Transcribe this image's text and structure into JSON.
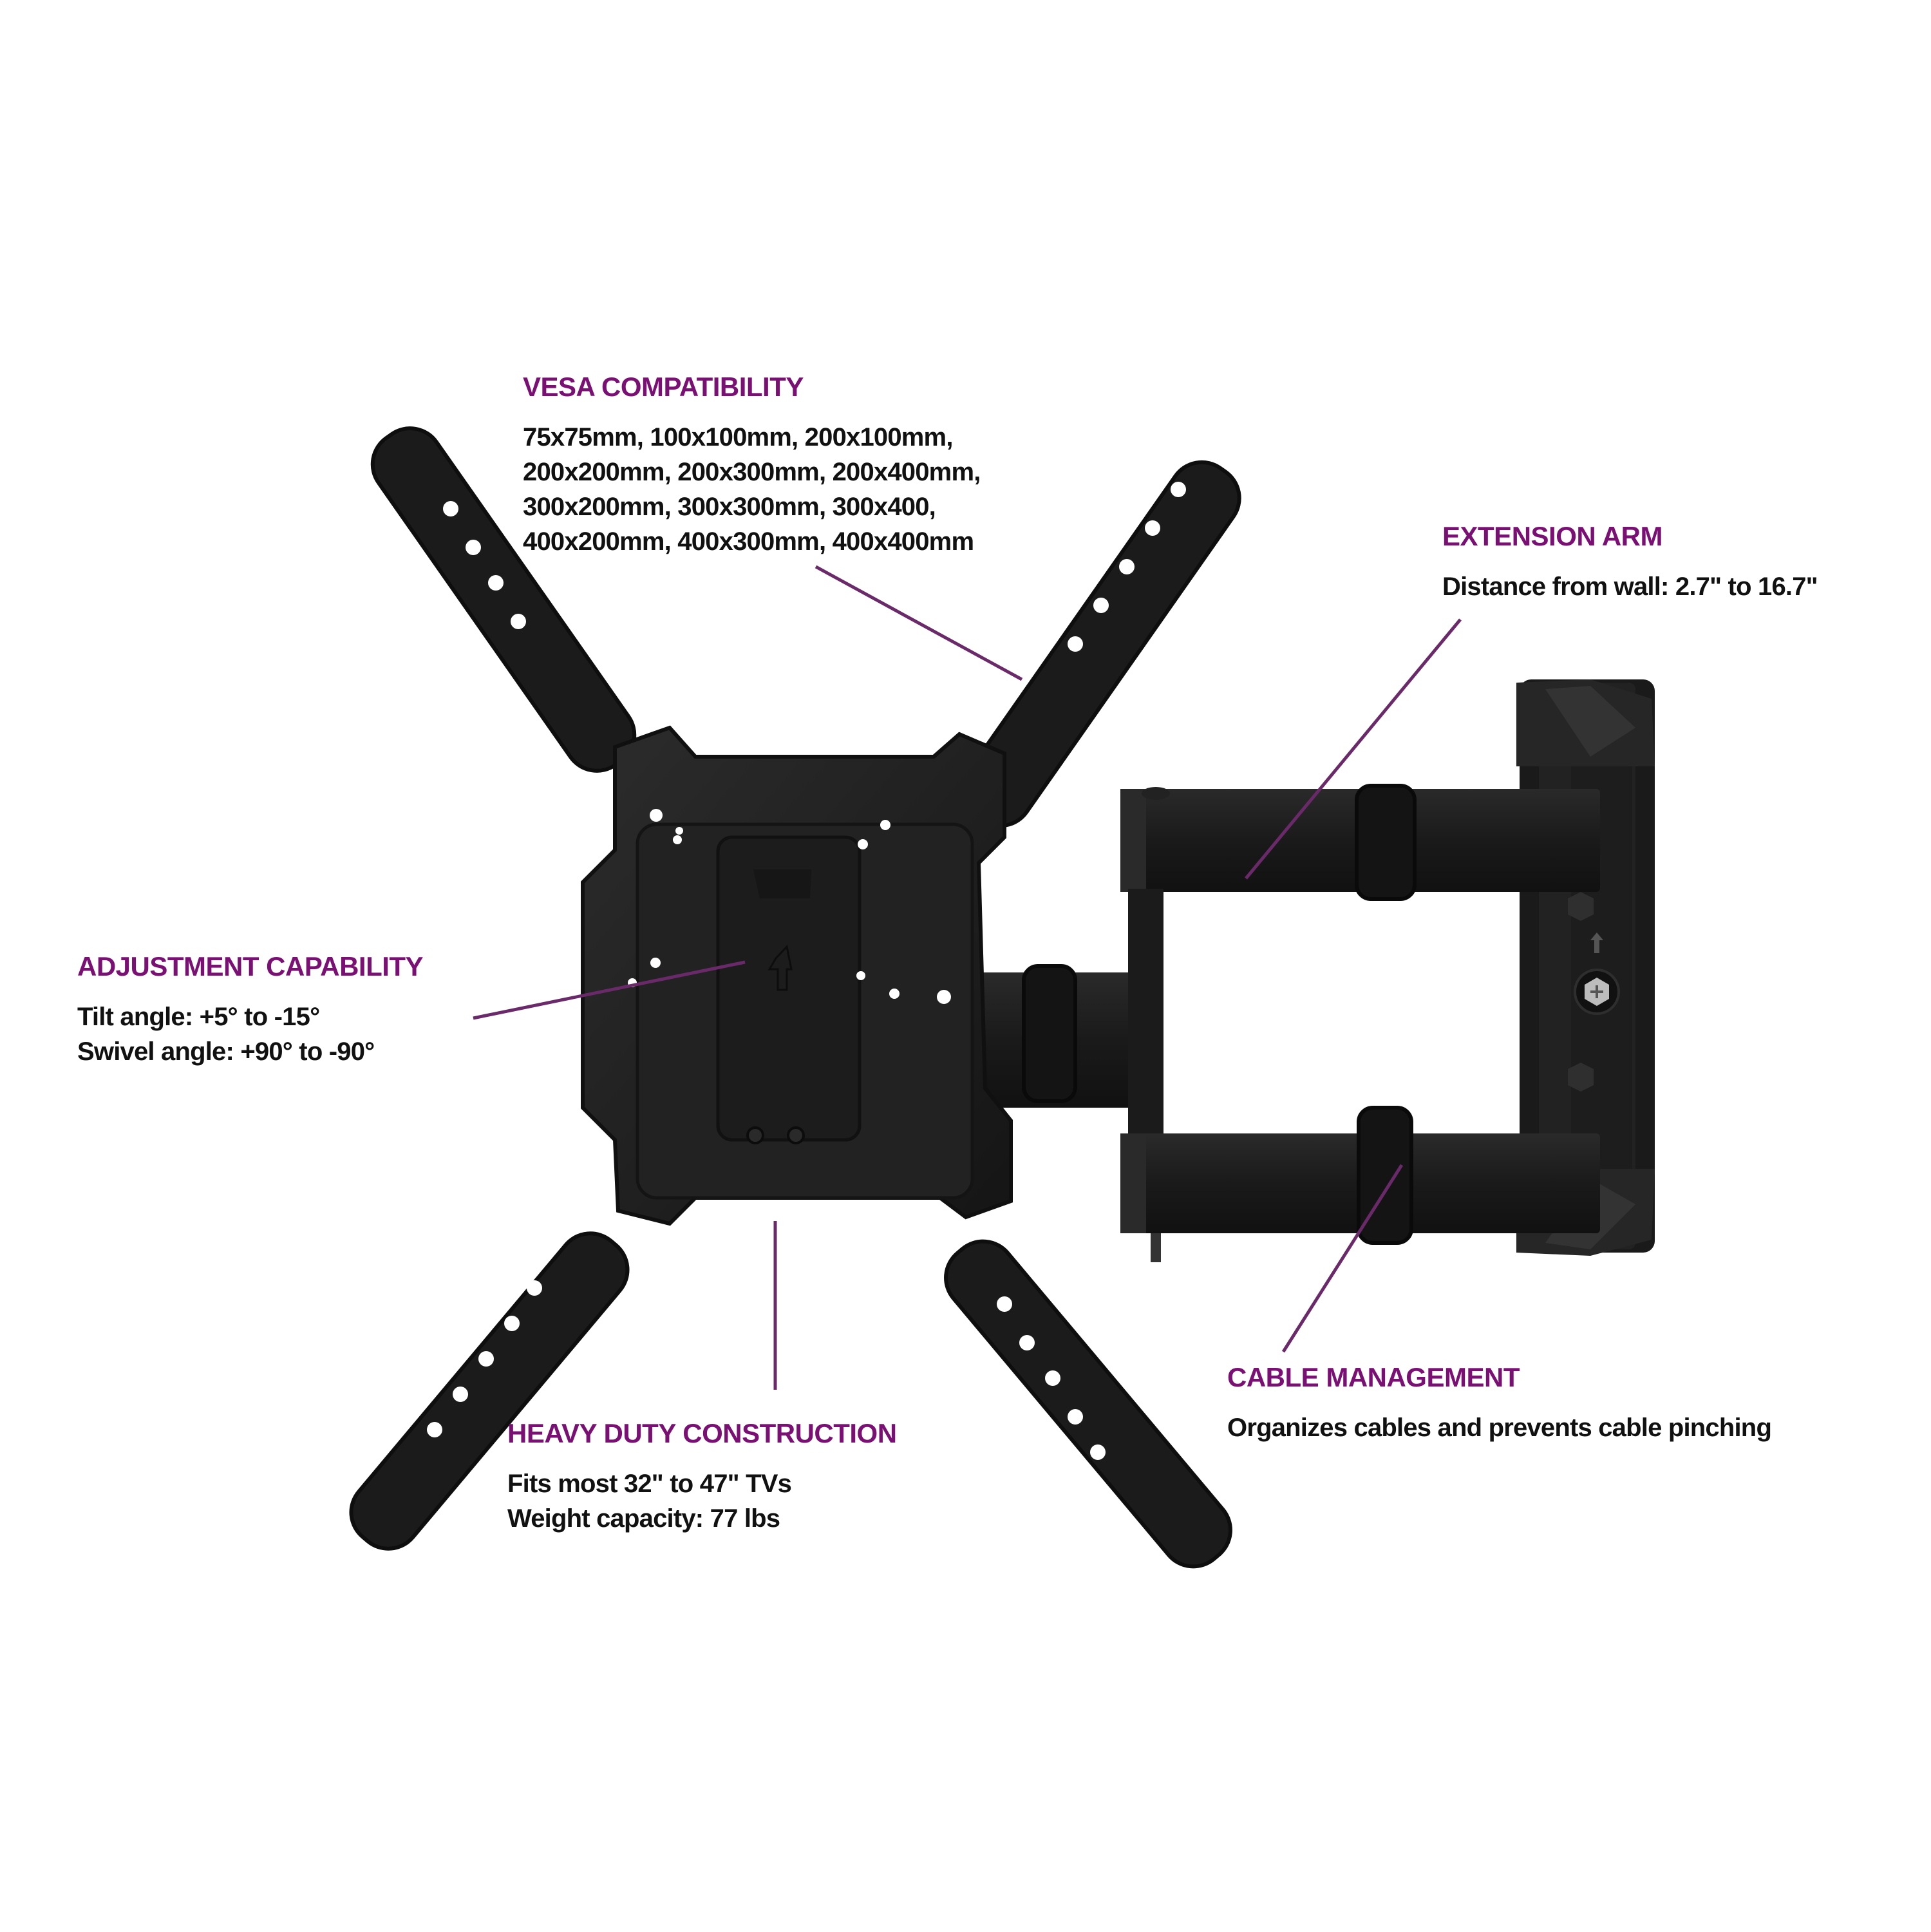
{
  "colors": {
    "accent": "#7a0f74",
    "leader_line": "#6a2a6a",
    "text": "#111111",
    "metal": "#1e1e1e",
    "background": "#ffffff"
  },
  "callouts": {
    "vesa": {
      "title": "VESA COMPATIBILITY",
      "lines": [
        "75x75mm, 100x100mm, 200x100mm,",
        "200x200mm, 200x300mm, 200x400mm,",
        "300x200mm, 300x300mm, 300x400,",
        "400x200mm, 400x300mm, 400x400mm"
      ]
    },
    "extension_arm": {
      "title": "EXTENSION ARM",
      "lines": [
        "Distance from wall: 2.7\" to 16.7\""
      ]
    },
    "adjustment": {
      "title": "ADJUSTMENT CAPABILITY",
      "lines": [
        "Tilt angle: +5° to -15°",
        "Swivel angle: +90° to -90°"
      ]
    },
    "heavy_duty": {
      "title": "HEAVY DUTY CONSTRUCTION",
      "lines": [
        "Fits most 32\" to 47\" TVs",
        "Weight capacity: 77 lbs"
      ]
    },
    "cable_management": {
      "title": "CABLE MANAGEMENT",
      "lines": [
        "Organizes cables and prevents cable pinching"
      ]
    }
  },
  "product": {
    "name": "full-motion TV wall mount",
    "icons": [
      "up-arrow-icon",
      "screw-icon"
    ]
  }
}
